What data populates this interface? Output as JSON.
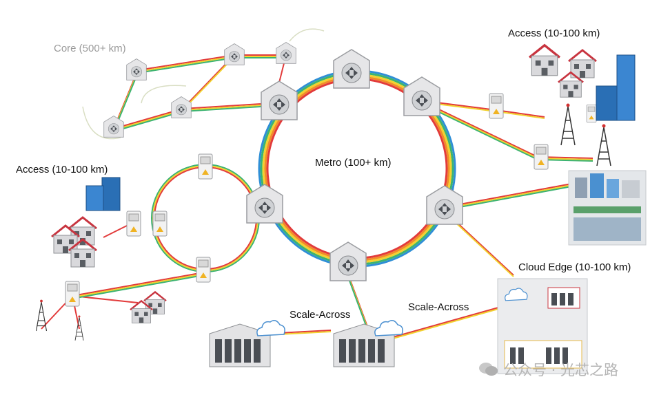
{
  "labels": {
    "core": "Core (500+ km)",
    "access_top": "Access (10-100 km)",
    "access_left": "Access (10-100 km)",
    "metro": "Metro (100+ km)",
    "cloud_edge": "Cloud Edge (10-100 km)",
    "scale_across_1": "Scale-Across",
    "scale_across_2": "Scale-Across"
  },
  "watermark": {
    "text": "公众号 · 光芯之路",
    "icon": "wechat-icon"
  },
  "colors": {
    "fiber": [
      "#2f8fd6",
      "#3cb371",
      "#f2d22e",
      "#f28c28",
      "#e23b3b"
    ],
    "node_face": "#e9e9ea",
    "node_dark": "#555a60",
    "roof_red": "#c8343f",
    "building_blue": "#2a6fb5"
  }
}
